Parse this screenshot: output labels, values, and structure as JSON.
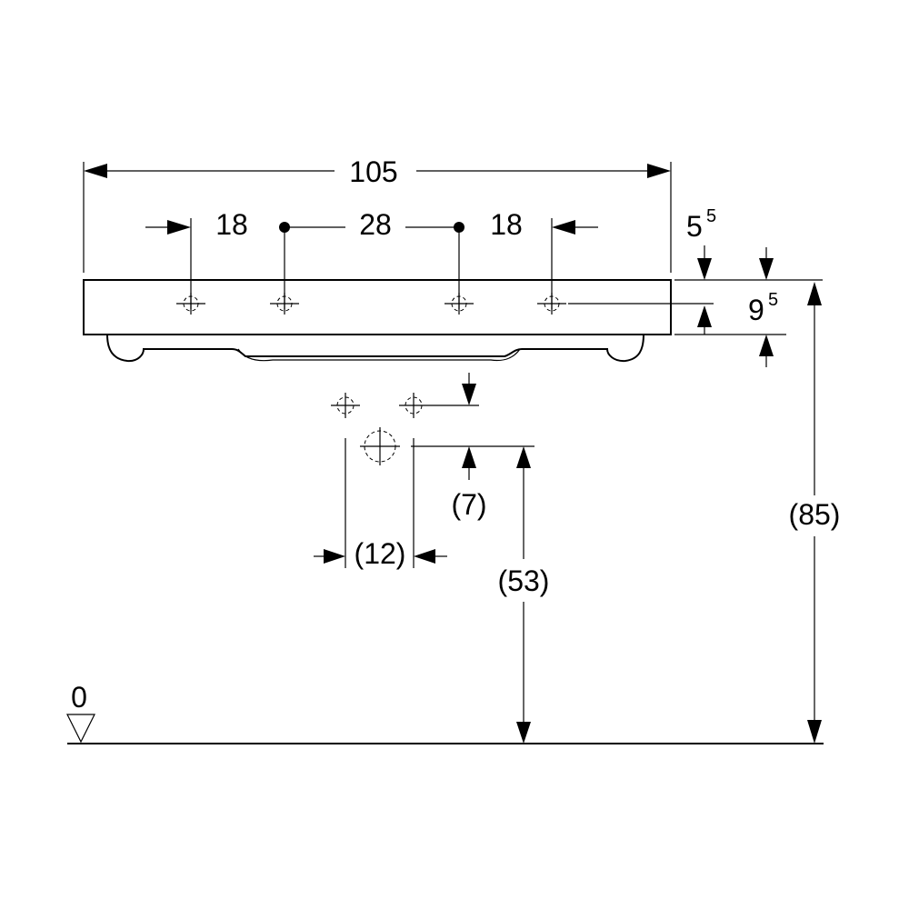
{
  "dimensions": {
    "total_width": "105",
    "left_spacing": "18",
    "center_spacing": "28",
    "right_spacing": "18",
    "top_offset_base": "5",
    "top_offset_sup": "5",
    "thickness_base": "9",
    "thickness_sup": "5",
    "height_to_rim": "(85)",
    "height_to_waste": "(53)",
    "waste_offset": "(7)",
    "waste_spacing": "(12)"
  },
  "floor_label": "0"
}
